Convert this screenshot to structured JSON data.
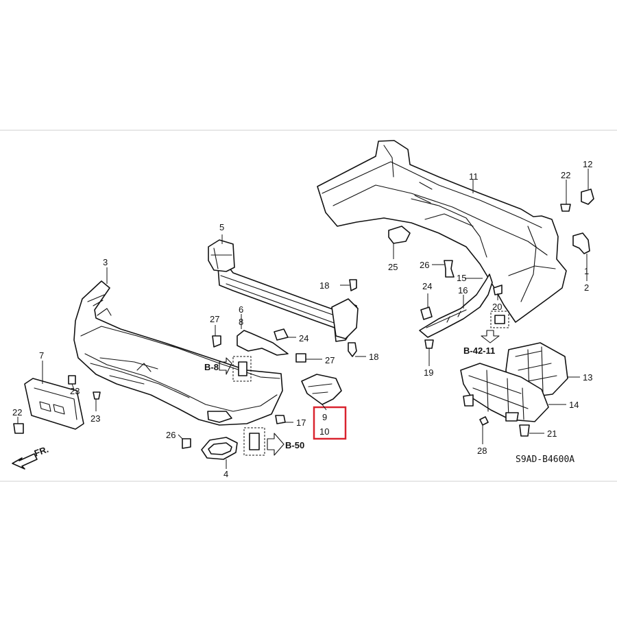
{
  "callouts": {
    "c1": "1",
    "c2": "2",
    "c3": "3",
    "c4": "4",
    "c5": "5",
    "c6": "6",
    "c7": "7",
    "c8": "8",
    "c9": "9",
    "c10": "10",
    "c11": "11",
    "c12": "12",
    "c13": "13",
    "c14": "14",
    "c15": "15",
    "c16": "16",
    "c17": "17",
    "c18a": "18",
    "c18b": "18",
    "c19": "19",
    "c20": "20",
    "c21": "21",
    "c22a": "22",
    "c22b": "22",
    "c23a": "23",
    "c23b": "23",
    "c24a": "24",
    "c24b": "24",
    "c25": "25",
    "c26a": "26",
    "c26b": "26",
    "c27a": "27",
    "c27b": "27",
    "c28": "28"
  },
  "references": {
    "b8": "B-8",
    "b50": "B-50",
    "b4211": "B-42-11",
    "front": "FR."
  },
  "diagram_code": "S9AD-B4600A",
  "colors": {
    "highlight": "#d9232e",
    "line": "#111111"
  }
}
